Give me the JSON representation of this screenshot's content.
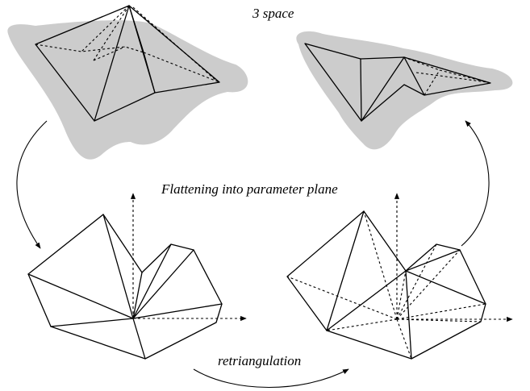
{
  "labels": {
    "space": "3 space",
    "flatten": "Flattening into parameter plane",
    "retri": "retriangulation"
  },
  "colors": {
    "shadow": "#cccccc",
    "ink": "#000000"
  }
}
